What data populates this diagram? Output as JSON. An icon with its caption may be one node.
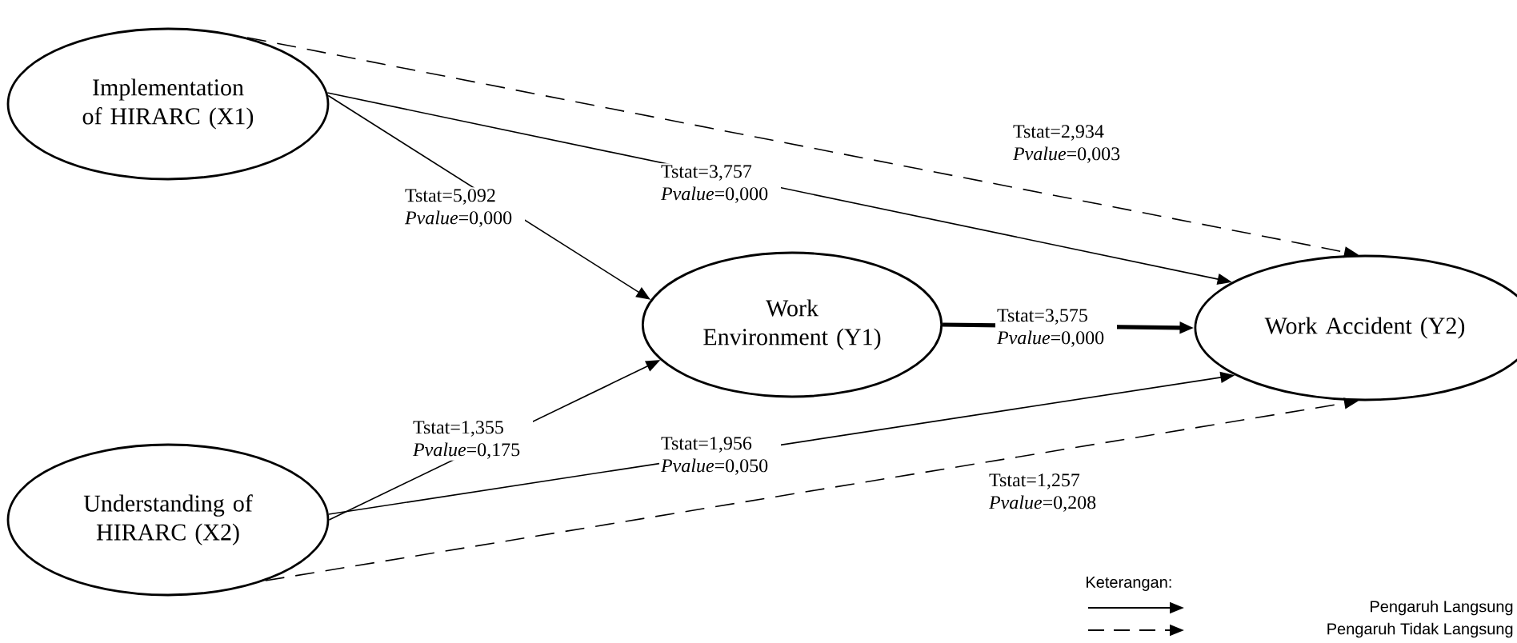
{
  "diagram": {
    "nodes": [
      {
        "text": [
          "Implementation of HIRARC (X1)"
        ]
      },
      {
        "text": [
          "Work Environment (Y1)"
        ]
      },
      {
        "text": [
          "Work Accident (Y2)"
        ]
      },
      {
        "text": [
          "Understanding of HIRARC (X2)"
        ]
      }
    ],
    "edges": [
      {
        "from": 0,
        "to": 1,
        "arrow": "to",
        "label": "Tstat=5,092 *Pvalue*=0,000"
      },
      {
        "from": 0,
        "to": 2,
        "arrow": "to",
        "label": "Tstat=3,757 *Pvalue*=0,000"
      },
      {
        "from": 0,
        "to": 2,
        "arrow": "to",
        "style": "dashed",
        "label": "Tstat=2,934 *Pvalue*=0,003"
      },
      {
        "from": 1,
        "to": 2,
        "arrow": "to",
        "style": "thick",
        "label": "Tstat=3,575 *Pvalue*=0,000"
      },
      {
        "from": 3,
        "to": 1,
        "arrow": "to",
        "label": "Tstat=1,355 *Pvalue*=0,175"
      },
      {
        "from": 3,
        "to": 2,
        "arrow": "to",
        "label": "Tstat=1,956 *Pvalue*=0,050"
      },
      {
        "from": 3,
        "to": 2,
        "arrow": "to",
        "style": "dashed",
        "label": "Tstat=1,257 *Pvalue*=0,208"
      }
    ],
    "labels": [
      "Keterangan:"
    ],
    "legend": [
      {
        "text": "Pengaruh Langsung"
      },
      {
        "text": "Pengaruh Tidak Langsung"
      }
    ]
  }
}
